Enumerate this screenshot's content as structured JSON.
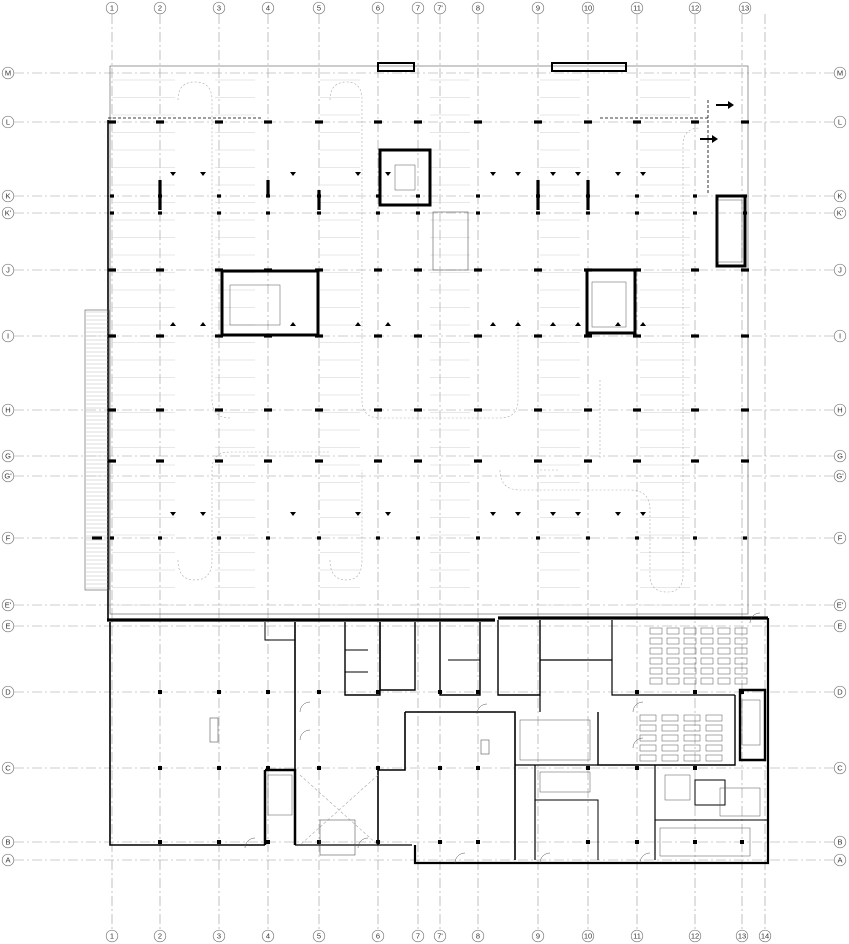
{
  "drawing": {
    "grid_columns": [
      "1",
      "2",
      "3",
      "4",
      "5",
      "6",
      "7",
      "7'",
      "8",
      "9",
      "10",
      "11",
      "12",
      "13"
    ],
    "grid_columns_bottom": [
      "1",
      "2",
      "3",
      "4",
      "5",
      "6",
      "7",
      "7'",
      "8",
      "9",
      "10",
      "11",
      "12",
      "13",
      "14"
    ],
    "grid_rows": [
      "M",
      "L",
      "K",
      "K'",
      "J",
      "I",
      "H",
      "G",
      "G'",
      "F",
      "E'",
      "E",
      "D",
      "C",
      "B",
      "A"
    ]
  }
}
